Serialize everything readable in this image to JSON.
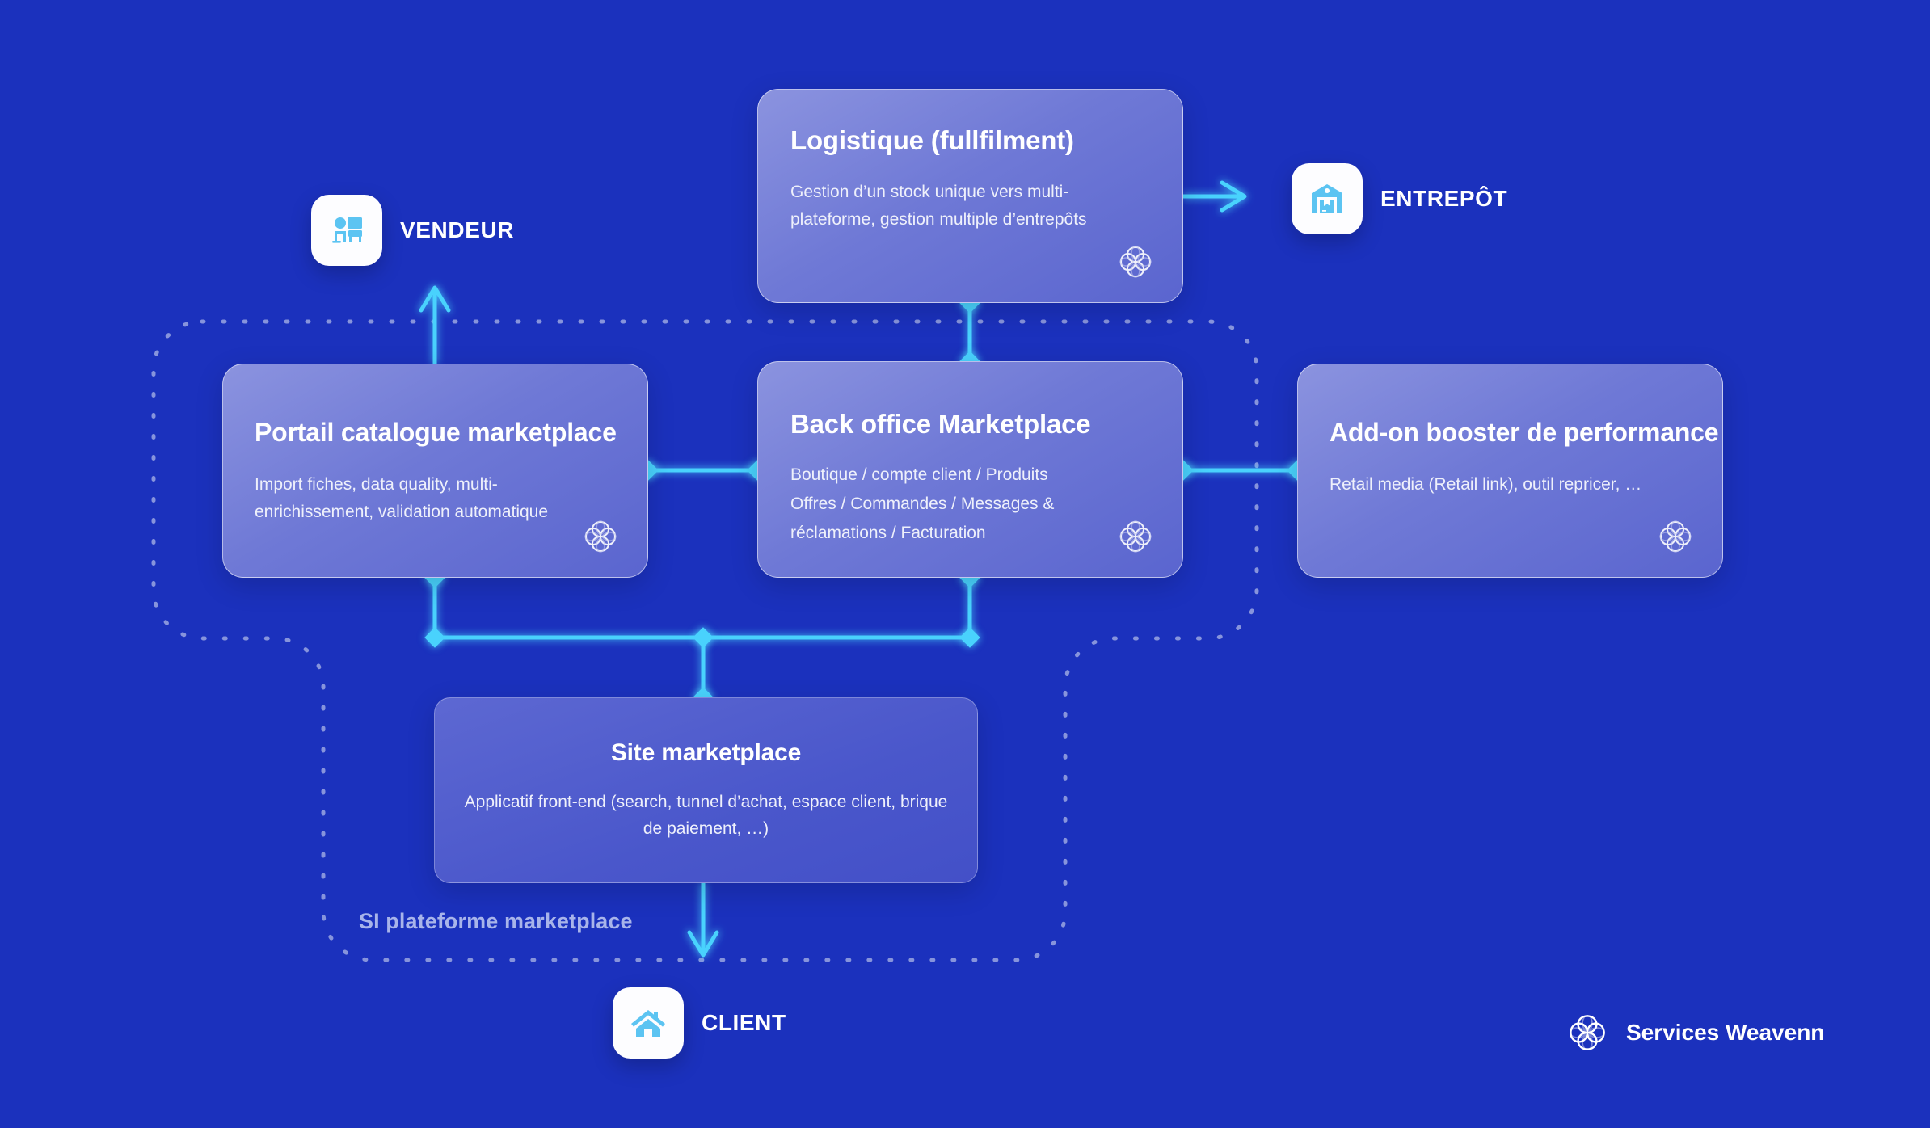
{
  "theme": {
    "background": "#1b31bd",
    "card_gradient_from": "#8b93df",
    "card_gradient_to": "#5a65cf",
    "connector": "#49d2fd",
    "dashed_border": "#9aa6e2",
    "icon_accent": "#5cc4f2",
    "text_primary": "#ffffff",
    "text_secondary": "#eef0fb",
    "si_label_color": "#a8b4ea"
  },
  "group": {
    "label": "SI plateforme marketplace"
  },
  "cards": [
    {
      "id": "logistique",
      "title": "Logistique  (fullfilment)",
      "description": "Gestion d’un stock unique vers multi-plateforme, gestion multiple d’entrepôts",
      "badge": "weavenn-service"
    },
    {
      "id": "portail",
      "title": "Portail catalogue marketplace",
      "description": "Import fiches, data quality, multi-enrichissement, validation automatique",
      "badge": "weavenn-service"
    },
    {
      "id": "backoffice",
      "title": "Back office  Marketplace",
      "description": "Boutique / compte client  / Produits Offres / Commandes / Messages & réclamations / Facturation",
      "badge": "weavenn-service"
    },
    {
      "id": "addon",
      "title": "Add-on booster de performance",
      "description": "Retail media (Retail link), outil  repricer, …",
      "badge": "weavenn-service"
    },
    {
      "id": "site",
      "title": "Site marketplace",
      "description": "Applicatif front-end (search, tunnel d’achat, espace client, brique de paiement, …)",
      "badge": ""
    }
  ],
  "entities": [
    {
      "id": "vendeur",
      "label": "VENDEUR",
      "icon": "seller-desk-icon"
    },
    {
      "id": "entrepot",
      "label": "ENTREPÔT",
      "icon": "warehouse-icon"
    },
    {
      "id": "client",
      "label": "CLIENT",
      "icon": "home-icon"
    }
  ],
  "legend": {
    "label": "Services Weavenn",
    "icon": "weavenn-knot-icon"
  }
}
